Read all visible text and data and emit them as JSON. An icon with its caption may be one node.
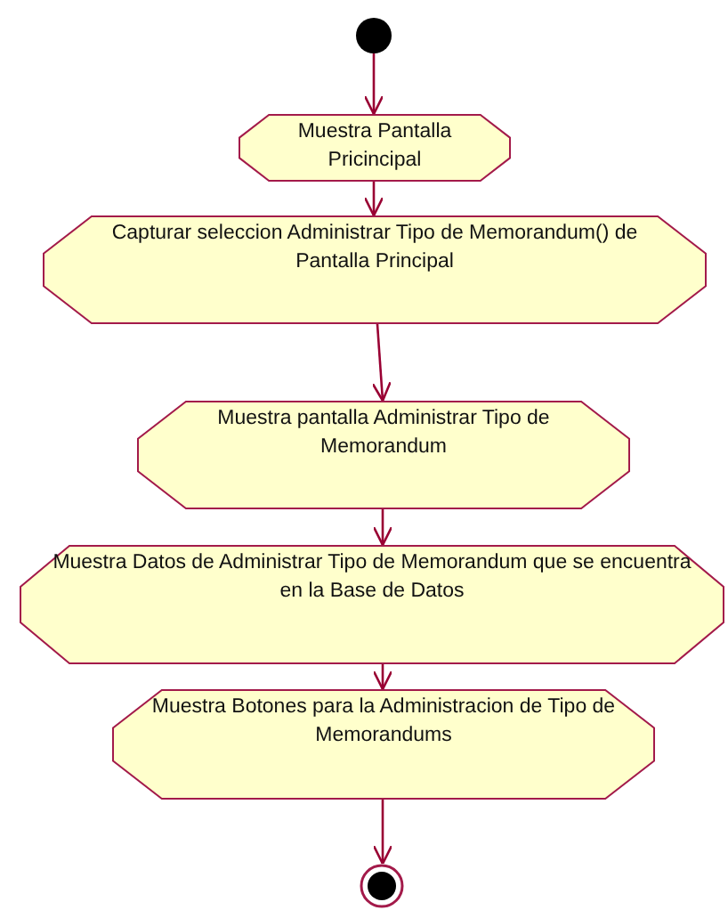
{
  "diagram": {
    "nodes": [
      {
        "text": [],
        "shape": "circle"
      },
      {
        "text": [
          "Muestra Pantalla Pricincipal"
        ]
      },
      {
        "text": [
          "Capturar seleccion Administrar Tipo de Memorandum() de Pantalla Principal"
        ]
      },
      {
        "text": [
          "Muestra pantalla Administrar Tipo de Memorandum"
        ]
      },
      {
        "text": [
          "Muestra Datos de Administrar Tipo de Memorandum que se encuentra en la Base de Datos"
        ]
      },
      {
        "text": [
          "Muestra Botones para la Administracion de Tipo de Memorandums"
        ]
      },
      {
        "text": [],
        "shape": "bullseye"
      }
    ],
    "edges": [
      {
        "from": 0,
        "to": 1,
        "arrow": "to"
      },
      {
        "from": 1,
        "to": 2,
        "arrow": "to"
      },
      {
        "from": 2,
        "to": 3,
        "arrow": "to"
      },
      {
        "from": 3,
        "to": 4,
        "arrow": "to"
      },
      {
        "from": 4,
        "to": 5,
        "arrow": "to"
      },
      {
        "from": 5,
        "to": 6,
        "arrow": "to"
      }
    ]
  }
}
